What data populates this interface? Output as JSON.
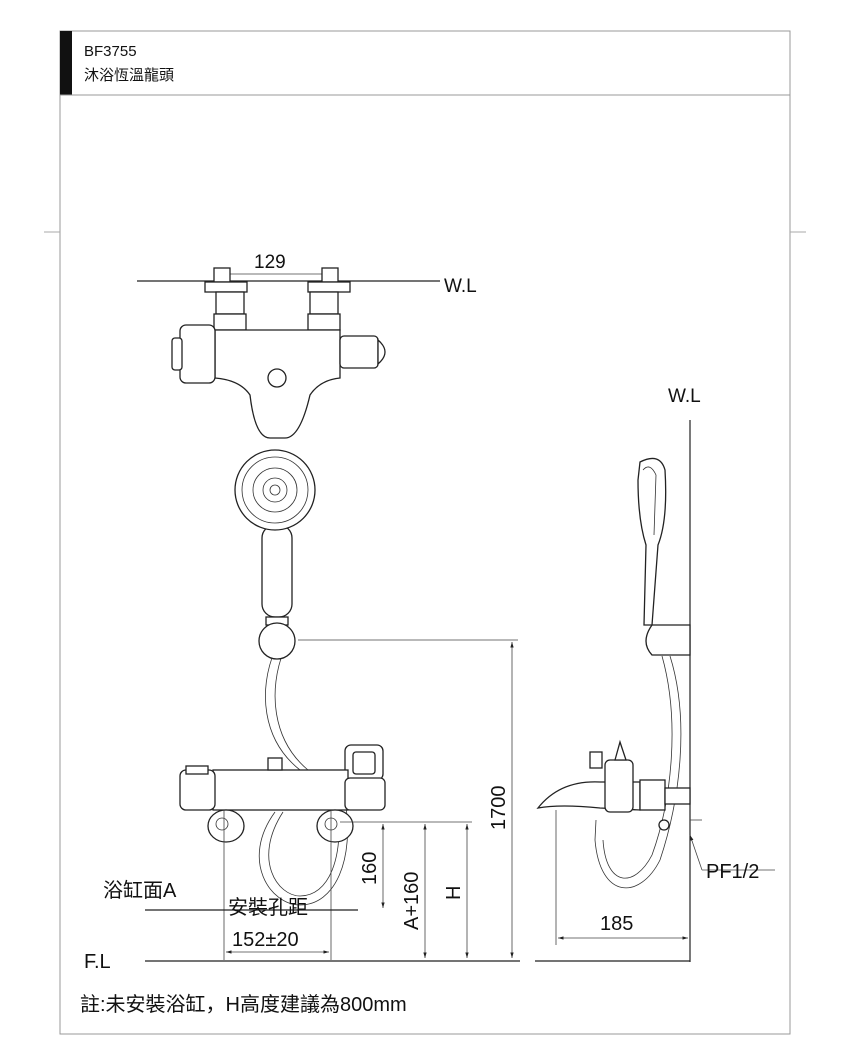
{
  "header": {
    "model": "BF3755",
    "title": "沐浴恆溫龍頭"
  },
  "labels": {
    "water_line_top": "W.L",
    "water_line_side": "W.L",
    "floor_line": "F.L",
    "tub_surface": "浴缸面A",
    "hole_spacing": "安裝孔距",
    "pipe_thread": "PF1/2"
  },
  "dimensions": {
    "inlet_spacing": "129",
    "hole_spacing_value": "152±20",
    "tub_to_inlet": "160",
    "a_plus": "A+160",
    "h": "H",
    "holder_height": "1700",
    "wall_projection": "185"
  },
  "note": "註:未安裝浴缸，H高度建議為800mm"
}
